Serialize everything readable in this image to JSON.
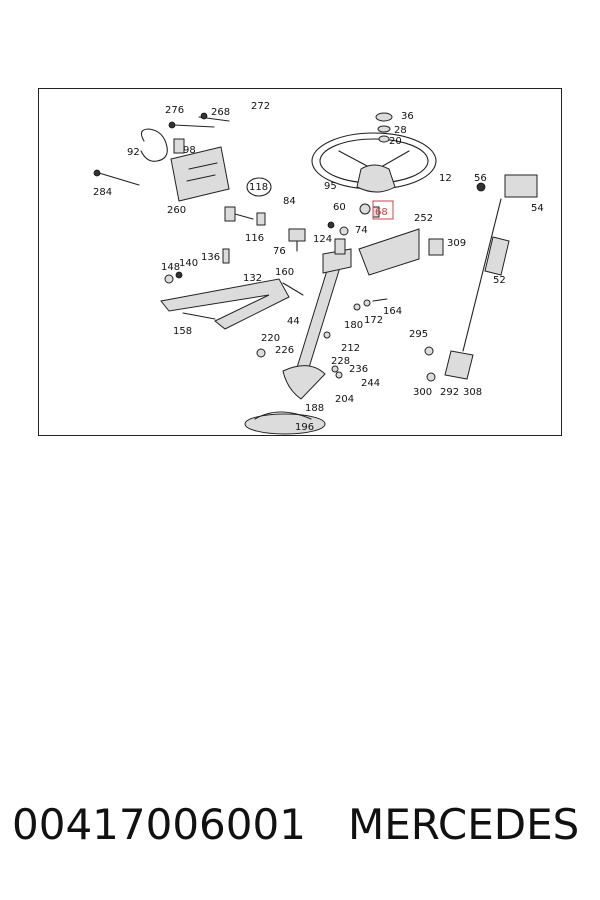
{
  "diagram": {
    "labels": [
      "276",
      "268",
      "272",
      "36",
      "28",
      "20",
      "92",
      "98",
      "12",
      "284",
      "260",
      "118",
      "95",
      "56",
      "54",
      "84",
      "60",
      "68",
      "252",
      "124",
      "74",
      "309",
      "116",
      "76",
      "148",
      "140",
      "136",
      "132",
      "160",
      "52",
      "44",
      "180",
      "172",
      "164",
      "158",
      "295",
      "220",
      "226",
      "228",
      "212",
      "236",
      "244",
      "300",
      "292",
      "308",
      "204",
      "188",
      "196"
    ],
    "highlighted": "68"
  },
  "footer": {
    "part_number": "00417006001",
    "brand": "MERCEDES"
  }
}
